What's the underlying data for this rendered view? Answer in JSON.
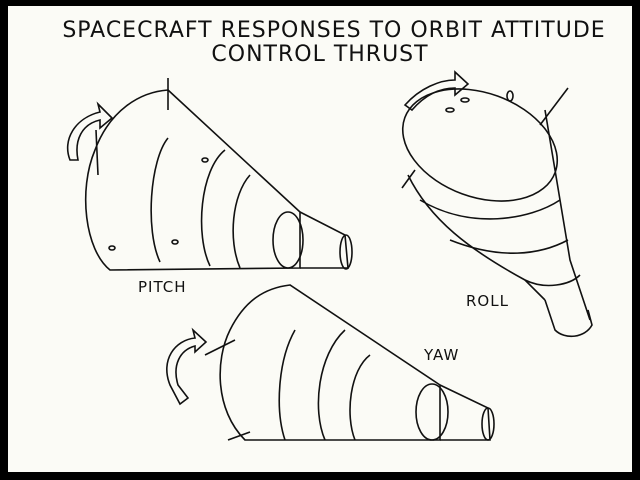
{
  "title": {
    "line1": "SPACECRAFT RESPONSES TO ORBIT ATTITUDE",
    "line2": "CONTROL THRUST"
  },
  "labels": {
    "pitch": "PITCH",
    "roll": "ROLL",
    "yaw": "YAW"
  }
}
